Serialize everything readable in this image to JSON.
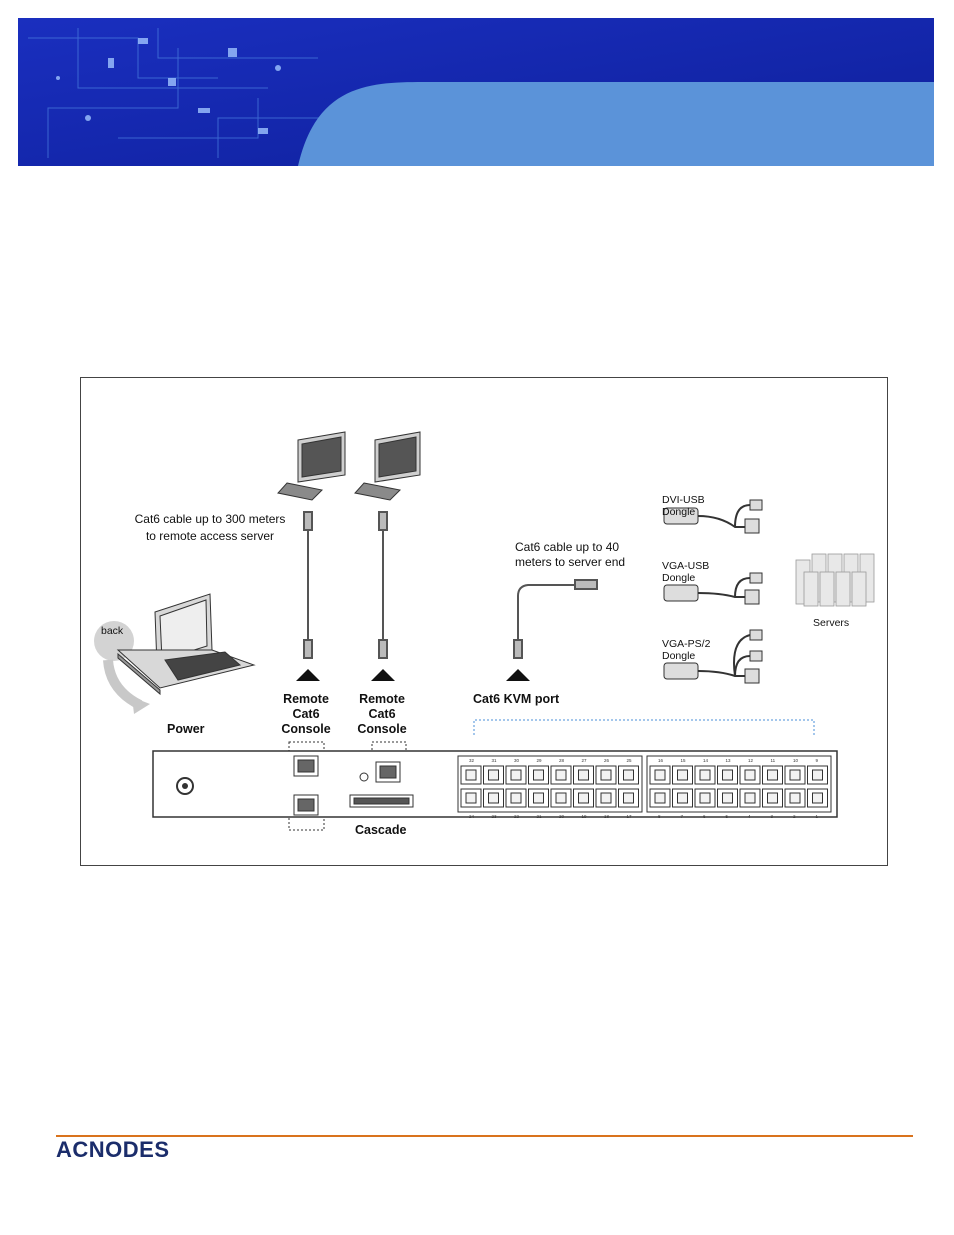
{
  "brand": {
    "logo_text": "ACNODES",
    "accent_color": "#d9731d",
    "banner_blue": "#5b93d9"
  },
  "diagram": {
    "remote_cable_note_line1": "Cat6 cable up to 300 meters",
    "remote_cable_note_line2": "to remote access server",
    "server_cable_note_line1": "Cat6 cable up to 40",
    "server_cable_note_line2": "meters to server end",
    "back_label": "back",
    "power_label": "Power",
    "remote_console_1": [
      "Remote",
      "Cat6",
      "Console"
    ],
    "remote_console_2": [
      "Remote",
      "Cat6",
      "Console"
    ],
    "kvm_port_label": "Cat6 KVM port",
    "cascade_label": "Cascade",
    "servers_label": "Servers",
    "dongles": [
      {
        "line1": "DVI-USB",
        "line2": "Dongle"
      },
      {
        "line1": "VGA-USB",
        "line2": "Dongle"
      },
      {
        "line1": "VGA-PS/2",
        "line2": "Dongle"
      }
    ],
    "port_numbers_top": [
      "32",
      "31",
      "30",
      "29",
      "28",
      "27",
      "26",
      "25",
      "16",
      "15",
      "14",
      "13",
      "12",
      "11",
      "10",
      "9"
    ],
    "port_numbers_bottom": [
      "24",
      "23",
      "22",
      "21",
      "20",
      "19",
      "18",
      "17",
      "8",
      "7",
      "6",
      "5",
      "4",
      "3",
      "2",
      "1"
    ]
  }
}
